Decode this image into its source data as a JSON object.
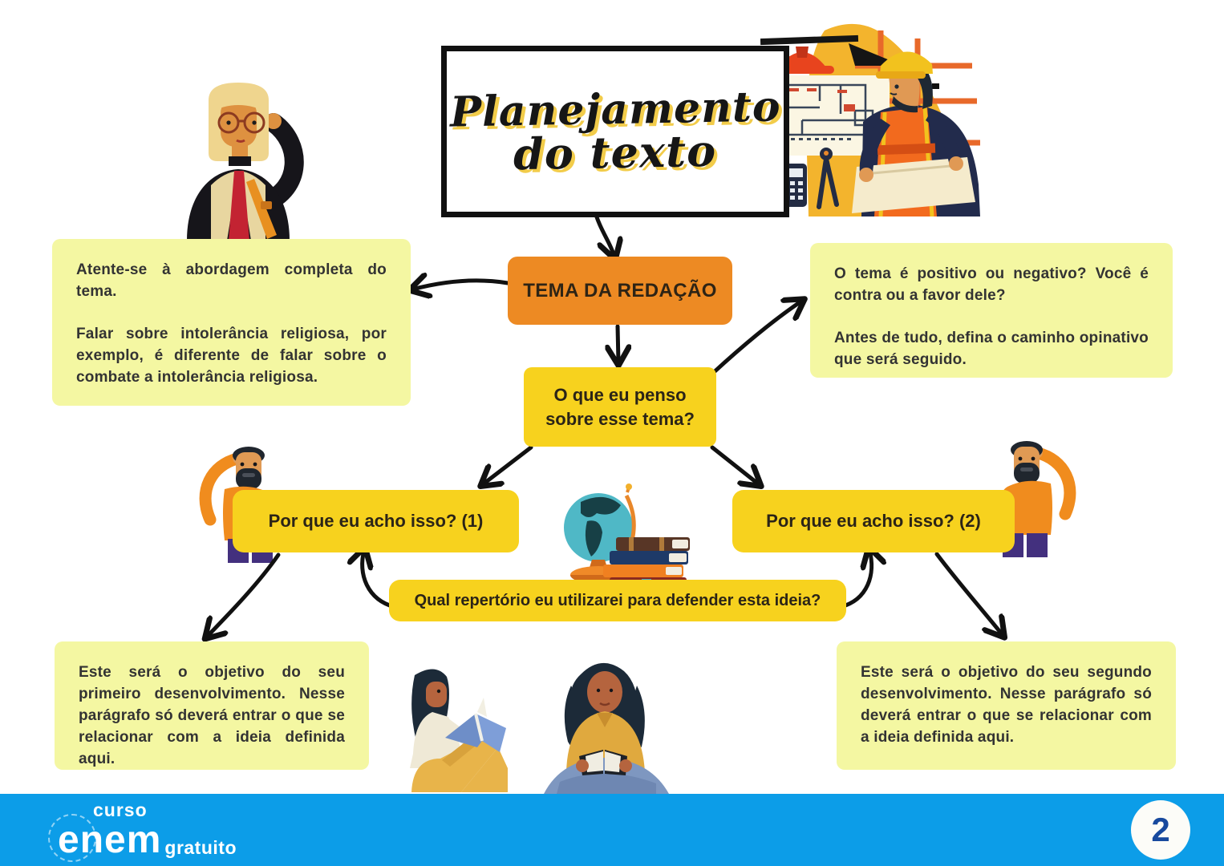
{
  "title": {
    "line1": "Planejamento",
    "line2": "do texto"
  },
  "nodes": {
    "tema": "TEMA DA REDAÇÃO",
    "penso_line1": "O que eu penso",
    "penso_line2": "sobre esse tema?",
    "porque1": "Por que eu acho isso? (1)",
    "porque2": "Por que eu acho isso? (2)",
    "repertorio": "Qual repertório eu utilizarei para defender esta ideia?"
  },
  "notes": {
    "left_top": {
      "p1": "Atente-se à abordagem completa do tema.",
      "p2": "Falar sobre intolerância religiosa, por exemplo, é diferente de falar sobre o combate a intolerância religiosa."
    },
    "right_top": {
      "p1": "O tema é positivo ou negativo? Você é contra ou a favor dele?",
      "p2": "Antes de tudo, defina o caminho opinativo que será seguido."
    },
    "left_bottom": {
      "p1": "Este será o objetivo do seu primeiro desenvolvimento. Nesse parágrafo só deverá entrar o que se relacionar com a ideia definida aqui."
    },
    "right_bottom": {
      "p1": "Este será o objetivo do seu segundo desenvolvimento. Nesse parágrafo só deverá entrar o que se relacionar com a ideia definida aqui."
    }
  },
  "footer": {
    "logo_curso": "curso",
    "logo_enem": "enem",
    "logo_gratuito": "gratuito",
    "page_number": "2"
  },
  "colors": {
    "note_yellow": "#f4f7a2",
    "bright_yellow": "#f7d21e",
    "orange": "#ed8a23",
    "footer_blue": "#0c9de8",
    "page_number_blue": "#17499e",
    "title_shadow": "#f2cc4a",
    "arrow_black": "#111111"
  }
}
